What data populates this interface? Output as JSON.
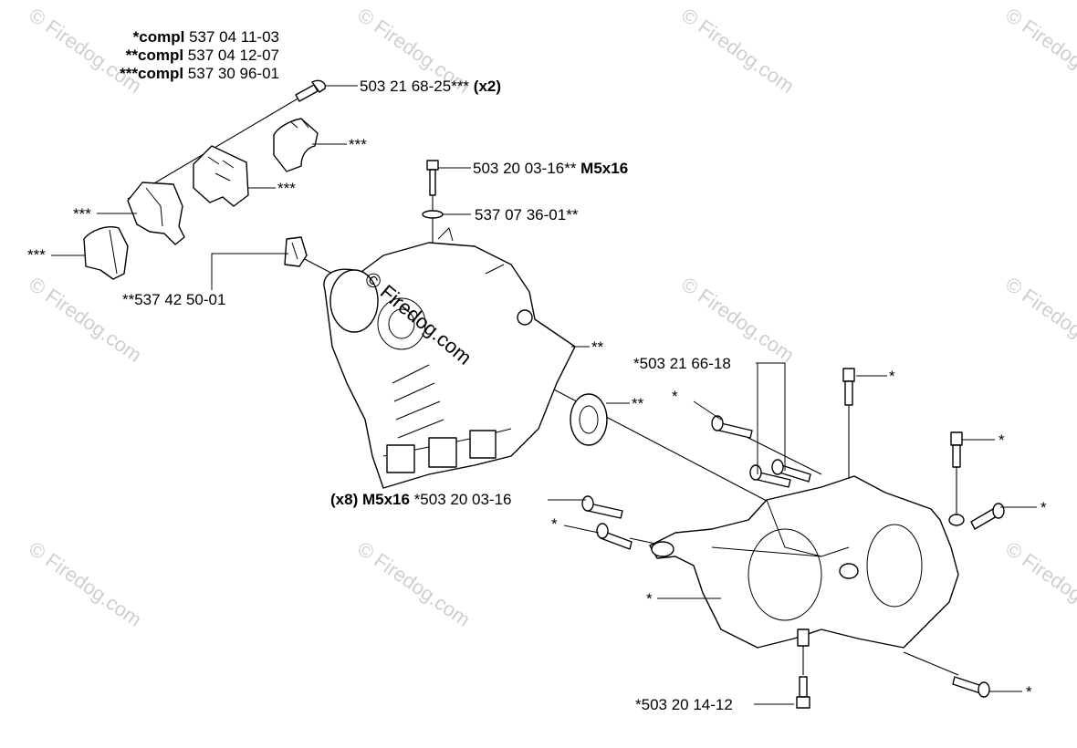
{
  "compl_header": [
    {
      "prefix": "*compl",
      "number": "537 04 11-03"
    },
    {
      "prefix": "**compl",
      "number": "537 04 12-07"
    },
    {
      "prefix": "***compl",
      "number": "537 30 96-01"
    }
  ],
  "labels": {
    "screw_top": "503 21 68-25***",
    "screw_top_qty": "(x2)",
    "clamp_right": "***",
    "clamp_mid": "***",
    "clamp_left": "***",
    "clamp_far_left": "***",
    "seal_small": "**537 42 50-01",
    "screw_m5_top": "503 20 03-16**",
    "screw_m5_top_size": "M5x16",
    "washer": "537 07 36-01**",
    "housing": "**",
    "bearing": "**",
    "screws_pair": "*503 21 66-18",
    "screw_lone_left": "*",
    "screw_vertical_right": "*",
    "screw_right_a": "*",
    "screw_right_b": "*",
    "screws_x8_qty": "(x8)",
    "screws_x8_size": "M5x16",
    "screws_x8": "*503 20 03-16",
    "screw_front_left": "*",
    "crankcase": "*",
    "screw_bottom_right": "*",
    "screw_bottom": "*503 20 14-12"
  },
  "watermark": {
    "text": "© Firedog.com"
  }
}
